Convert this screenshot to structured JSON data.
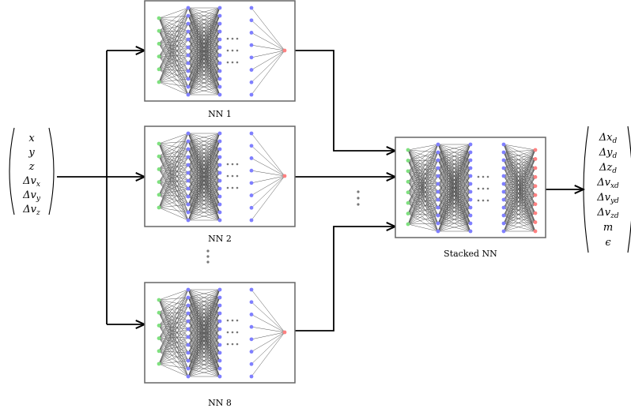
{
  "diagram": {
    "input_vector": [
      {
        "base": "x",
        "sub": ""
      },
      {
        "base": "y",
        "sub": ""
      },
      {
        "base": "z",
        "sub": ""
      },
      {
        "base": "Δv",
        "sub": "x"
      },
      {
        "base": "Δv",
        "sub": "y"
      },
      {
        "base": "Δv",
        "sub": "z"
      }
    ],
    "networks": [
      {
        "label": "NN 1"
      },
      {
        "label": "NN 2"
      },
      {
        "label": "NN 8"
      }
    ],
    "stacked_label": "Stacked NN",
    "output_vector": [
      {
        "base": "Δx",
        "sub": "d"
      },
      {
        "base": "Δy",
        "sub": "d"
      },
      {
        "base": "Δz",
        "sub": "d"
      },
      {
        "base": "Δv",
        "sub": "xd"
      },
      {
        "base": "Δv",
        "sub": "yd"
      },
      {
        "base": "Δv",
        "sub": "zd"
      },
      {
        "base": "m",
        "sub": ""
      },
      {
        "base": "ϵ",
        "sub": ""
      }
    ],
    "colors": {
      "input_node": "#7fe07f",
      "hidden_node": "#7f7fff",
      "output_node": "#ff8080",
      "edge": "#555555",
      "box_border": "#666666",
      "arrow": "#000000",
      "ellipsis": "#777777"
    }
  }
}
